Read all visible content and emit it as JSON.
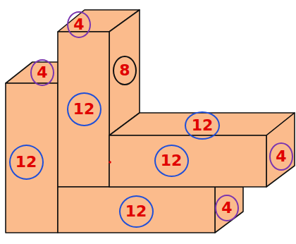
{
  "diagram": {
    "labels": [
      "4",
      "4",
      "8",
      "12",
      "12",
      "12",
      "12",
      "4",
      "12",
      "4"
    ]
  }
}
